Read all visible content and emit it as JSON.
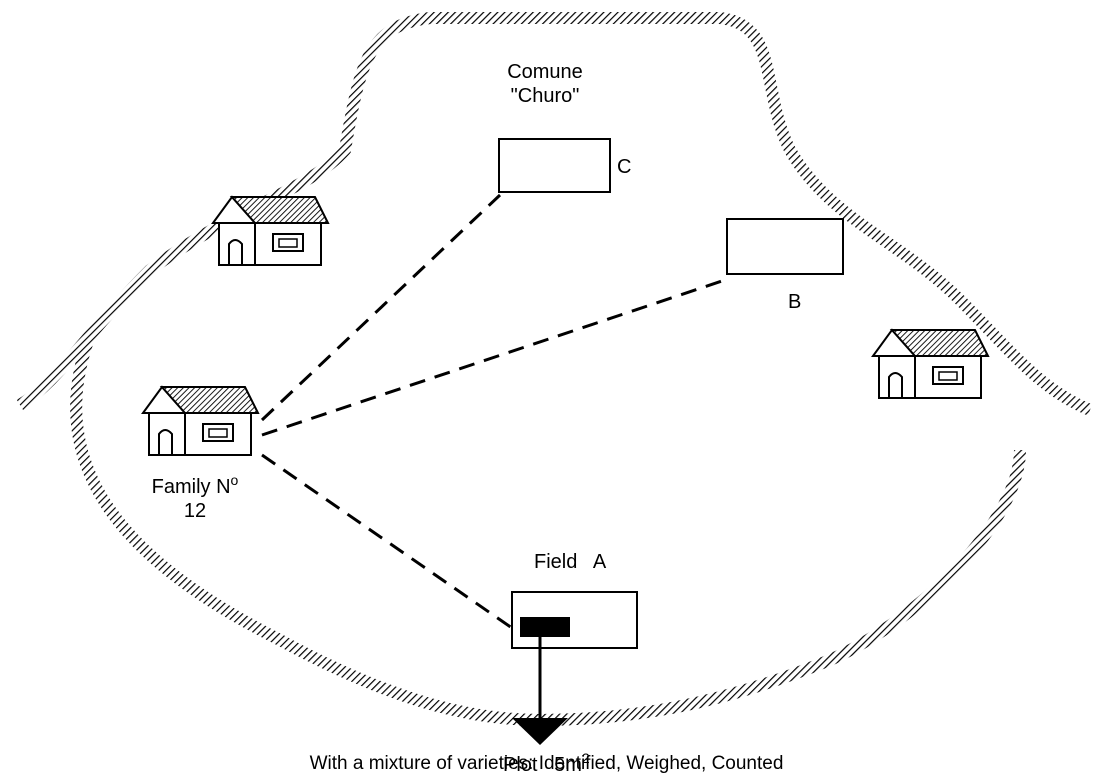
{
  "title": {
    "line1": "Comune",
    "line2": "\"Churo\""
  },
  "fields": {
    "c": {
      "label": "C"
    },
    "b": {
      "label": "B"
    },
    "a": {
      "label": "Field   A"
    }
  },
  "family": {
    "label_line1": "Family N",
    "label_sup": "o",
    "label_line2": "12"
  },
  "plot": {
    "label": "Plot   5m",
    "label_sup": "2"
  },
  "caption": "With a mixture of varieties: Identified, Weighed, Counted"
}
